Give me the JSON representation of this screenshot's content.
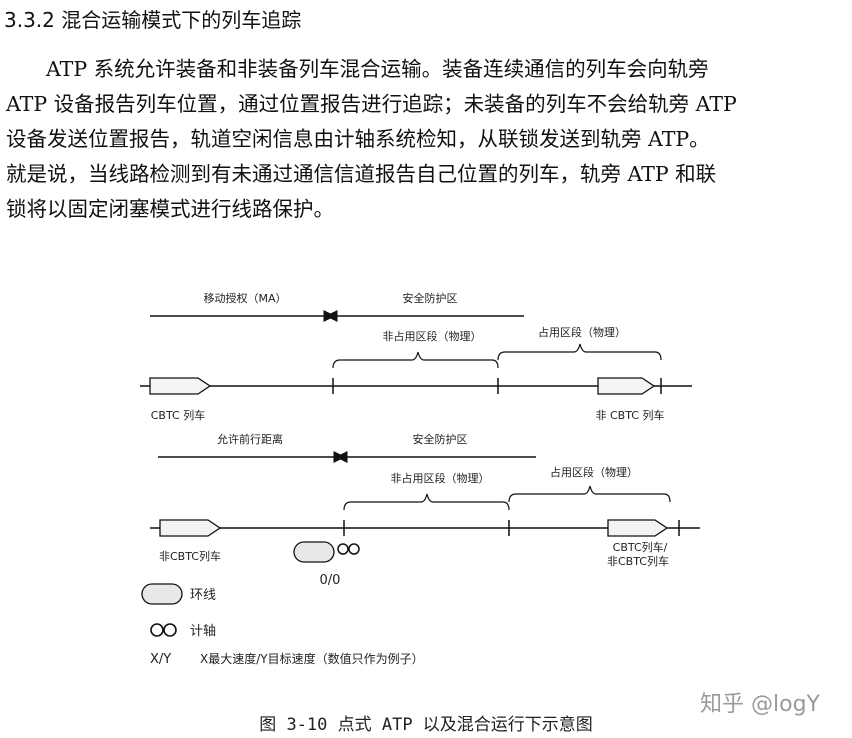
{
  "section": {
    "heading": "3.3.2 混合运输模式下的列车追踪"
  },
  "paragraph": {
    "lines": [
      "ATP 系统允许装备和非装备列车混合运输。装备连续通信的列车会向轨旁",
      "ATP 设备报告列车位置，通过位置报告进行追踪；未装备的列车不会给轨旁 ATP",
      "设备发送位置报告，轨道空闲信息由计轴系统检知，从联锁发送到轨旁 ATP。",
      "就是说，当线路检测到有未通过通信信道报告自己位置的列车，轨旁 ATP 和联",
      "锁将以固定闭塞模式进行线路保护。"
    ]
  },
  "figure": {
    "top_diagram": {
      "movement_authority": "移动授权（MA）",
      "safety_zone": "安全防护区",
      "non_occupied": "非占用区段（物理）",
      "occupied": "占用区段（物理）",
      "train_left": "CBTC 列车",
      "train_right": "非 CBTC 列车"
    },
    "bottom_diagram": {
      "allowed_distance": "允许前行距离",
      "safety_zone": "安全防护区",
      "non_occupied": "非占用区段（物理）",
      "occupied": "占用区段（物理）",
      "train_left": "非CBTC列车",
      "train_right_line1": "CBTC列车/",
      "train_right_line2": "非CBTC列车",
      "speed_value": "0/0"
    },
    "legend": {
      "loop": "环线",
      "axle_counter": "计轴",
      "speed_symbol": "X/Y",
      "speed_desc": "X最大速度/Y目标速度（数值只作为例子）"
    },
    "caption": "图 3-10 点式 ATP 以及混合运行下示意图"
  },
  "watermark": "知乎 @logY"
}
